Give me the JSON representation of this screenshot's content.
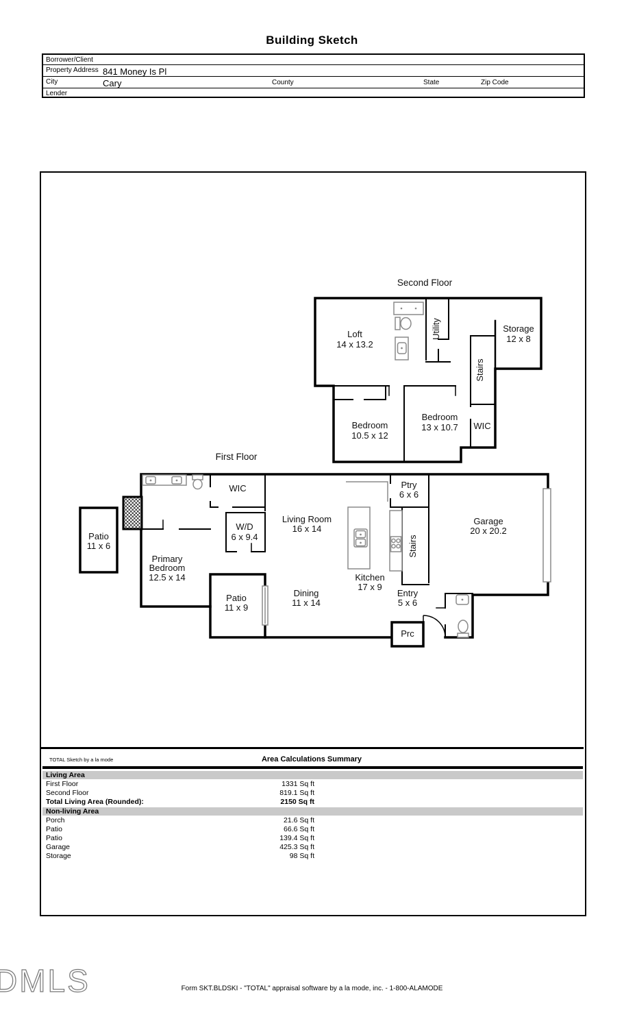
{
  "title": "Building Sketch",
  "info": {
    "borrower_label": "Borrower/Client",
    "property_label": "Property Address",
    "property_value": "841 Money Is Pl",
    "city_label": "City",
    "city_value": "Cary",
    "county_label": "County",
    "state_label": "State",
    "zip_label": "Zip Code",
    "lender_label": "Lender"
  },
  "plan": {
    "floor2": {
      "title": "Second Floor",
      "loft_name": "Loft",
      "loft_dims": "14 x 13.2",
      "utility": "Utility",
      "storage_name": "Storage",
      "storage_dims": "12 x 8",
      "stairs": "Stairs",
      "bedroom1_name": "Bedroom",
      "bedroom1_dims": "10.5 x 12",
      "bedroom2_name": "Bedroom",
      "bedroom2_dims": "13 x 10.7",
      "wic": "WIC"
    },
    "floor1": {
      "title": "First Floor",
      "patio_left_name": "Patio",
      "patio_left_dims": "11 x 6",
      "primary_l1": "Primary",
      "primary_l2": "Bedroom",
      "primary_l3": "12.5 x 14",
      "wic": "WIC",
      "wd_name": "W/D",
      "wd_dims": "6 x 9.4",
      "living_name": "Living Room",
      "living_dims": "16 x 14",
      "ptry_name": "Ptry",
      "ptry_dims": "6 x 6",
      "garage_name": "Garage",
      "garage_dims": "20 x 20.2",
      "kitchen_name": "Kitchen",
      "kitchen_dims": "17 x 9",
      "patio_name": "Patio",
      "patio_dims": "11 x 9",
      "dining_name": "Dining",
      "dining_dims": "11 x 14",
      "entry_name": "Entry",
      "entry_dims": "5 x 6",
      "prc": "Prc",
      "stairs": "Stairs"
    }
  },
  "summary": {
    "brand": "TOTAL Sketch by a la mode",
    "title": "Area Calculations Summary",
    "living_header": "Living Area",
    "living_rows": [
      {
        "label": "First Floor",
        "value": "1331 Sq ft"
      },
      {
        "label": "Second Floor",
        "value": "819.1 Sq ft"
      }
    ],
    "total_label": "Total Living Area (Rounded):",
    "total_value": "2150 Sq ft",
    "nonliving_header": "Non-living Area",
    "nonliving_rows": [
      {
        "label": "Porch",
        "value": "21.6 Sq ft"
      },
      {
        "label": "Patio",
        "value": "66.6 Sq ft"
      },
      {
        "label": "Patio",
        "value": "139.4 Sq ft"
      },
      {
        "label": "Garage",
        "value": "425.3 Sq ft"
      },
      {
        "label": "Storage",
        "value": "98 Sq ft"
      }
    ]
  },
  "footer": {
    "logo": "DMLS",
    "form_line": "Form SKT.BLDSKI - \"TOTAL\" appraisal software by a la mode, inc. - 1-800-ALAMODE"
  }
}
